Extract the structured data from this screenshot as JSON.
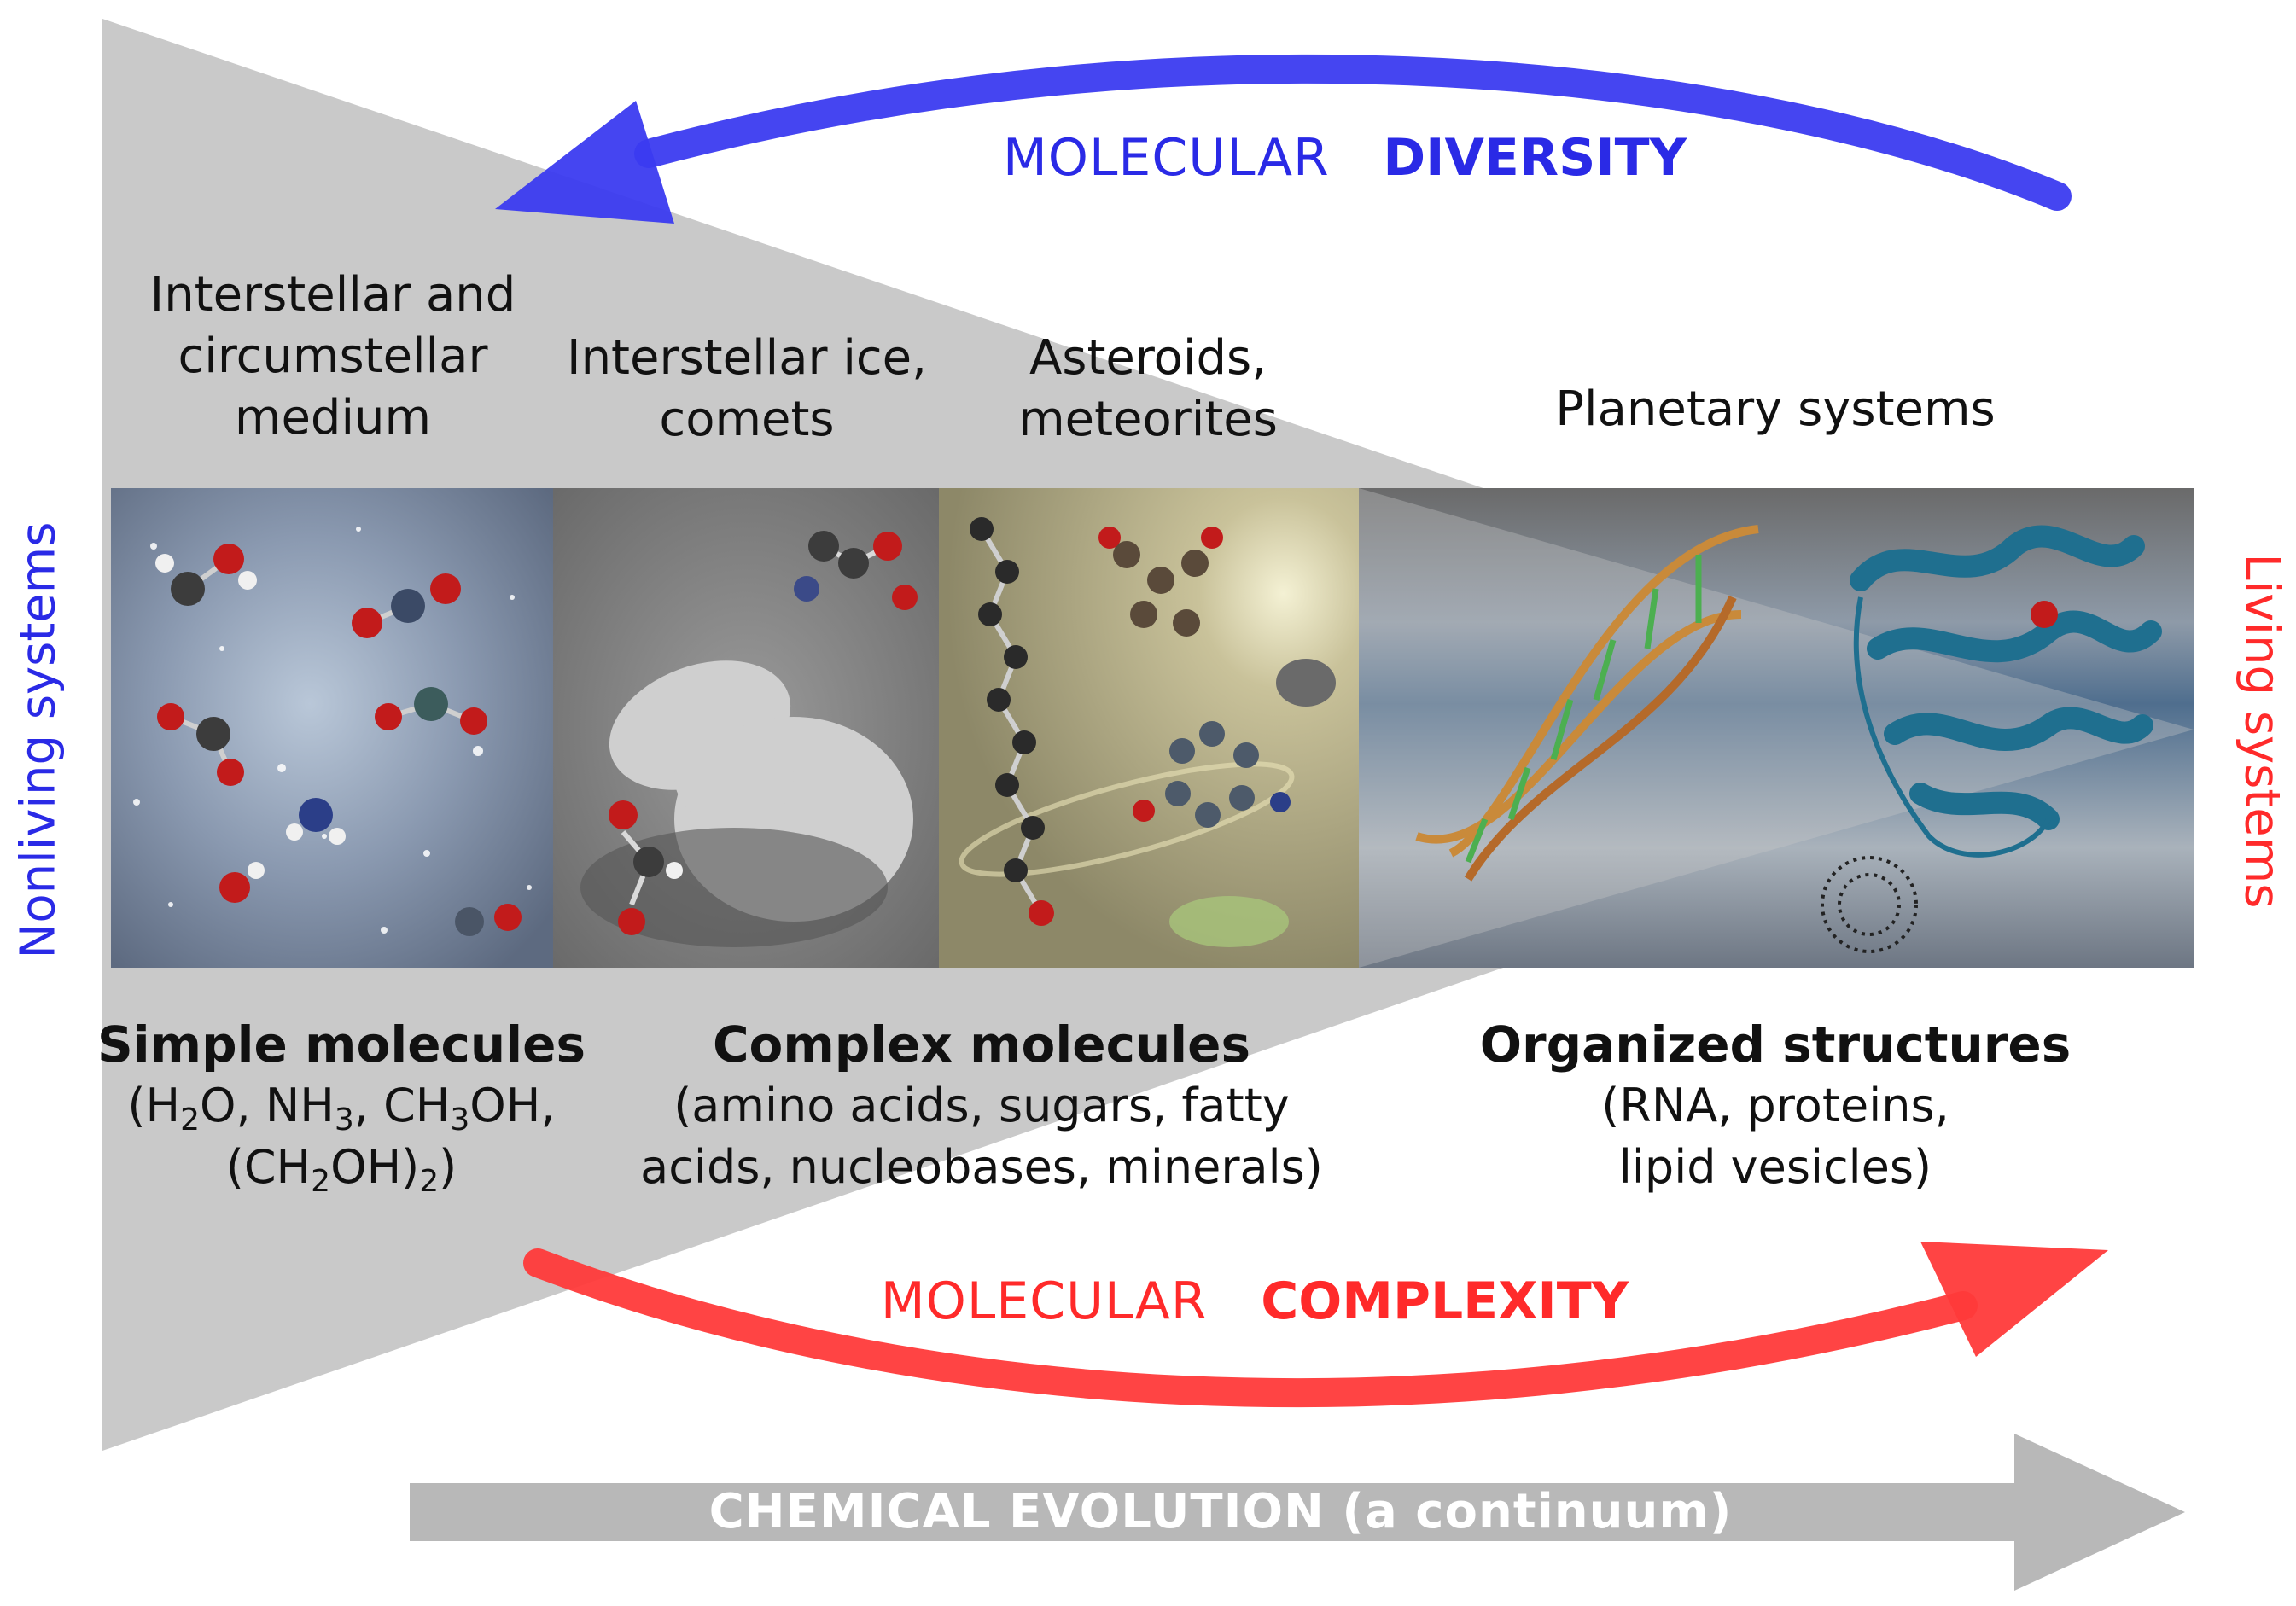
{
  "colors": {
    "diversity": "#2a2ae6",
    "complexity": "#ff2a2a",
    "evolution_arrow": "#b8b8b8",
    "wedge": "#c9c9c9"
  },
  "diversity": {
    "word1": "MOLECULAR",
    "word2": "DIVERSITY"
  },
  "complexity": {
    "word1": "MOLECULAR",
    "word2": "COMPLEXITY"
  },
  "regions": {
    "r1": [
      "Interstellar and",
      "circumstellar",
      "medium"
    ],
    "r2": [
      "Interstellar ice,",
      "comets"
    ],
    "r3": [
      "Asteroids,",
      "meteorites"
    ],
    "r4": [
      "Planetary systems"
    ]
  },
  "side": {
    "left": "Nonliving systems",
    "right": "Living systems"
  },
  "categories": {
    "simple": {
      "title": "Simple molecules",
      "line1": [
        "(H",
        "2",
        "O, NH",
        "3",
        ", CH",
        "3",
        "OH,"
      ],
      "line2": [
        "(CH",
        "2",
        "OH)",
        "2",
        ")"
      ]
    },
    "complex": {
      "title": "Complex molecules",
      "line1": "(amino acids, sugars, fatty",
      "line2": "acids, nucleobases, minerals)"
    },
    "organized": {
      "title": "Organized structures",
      "line1": "(RNA, proteins,",
      "line2": "lipid vesicles)"
    }
  },
  "evolution": {
    "label": "CHEMICAL EVOLUTION (a continuum)"
  }
}
